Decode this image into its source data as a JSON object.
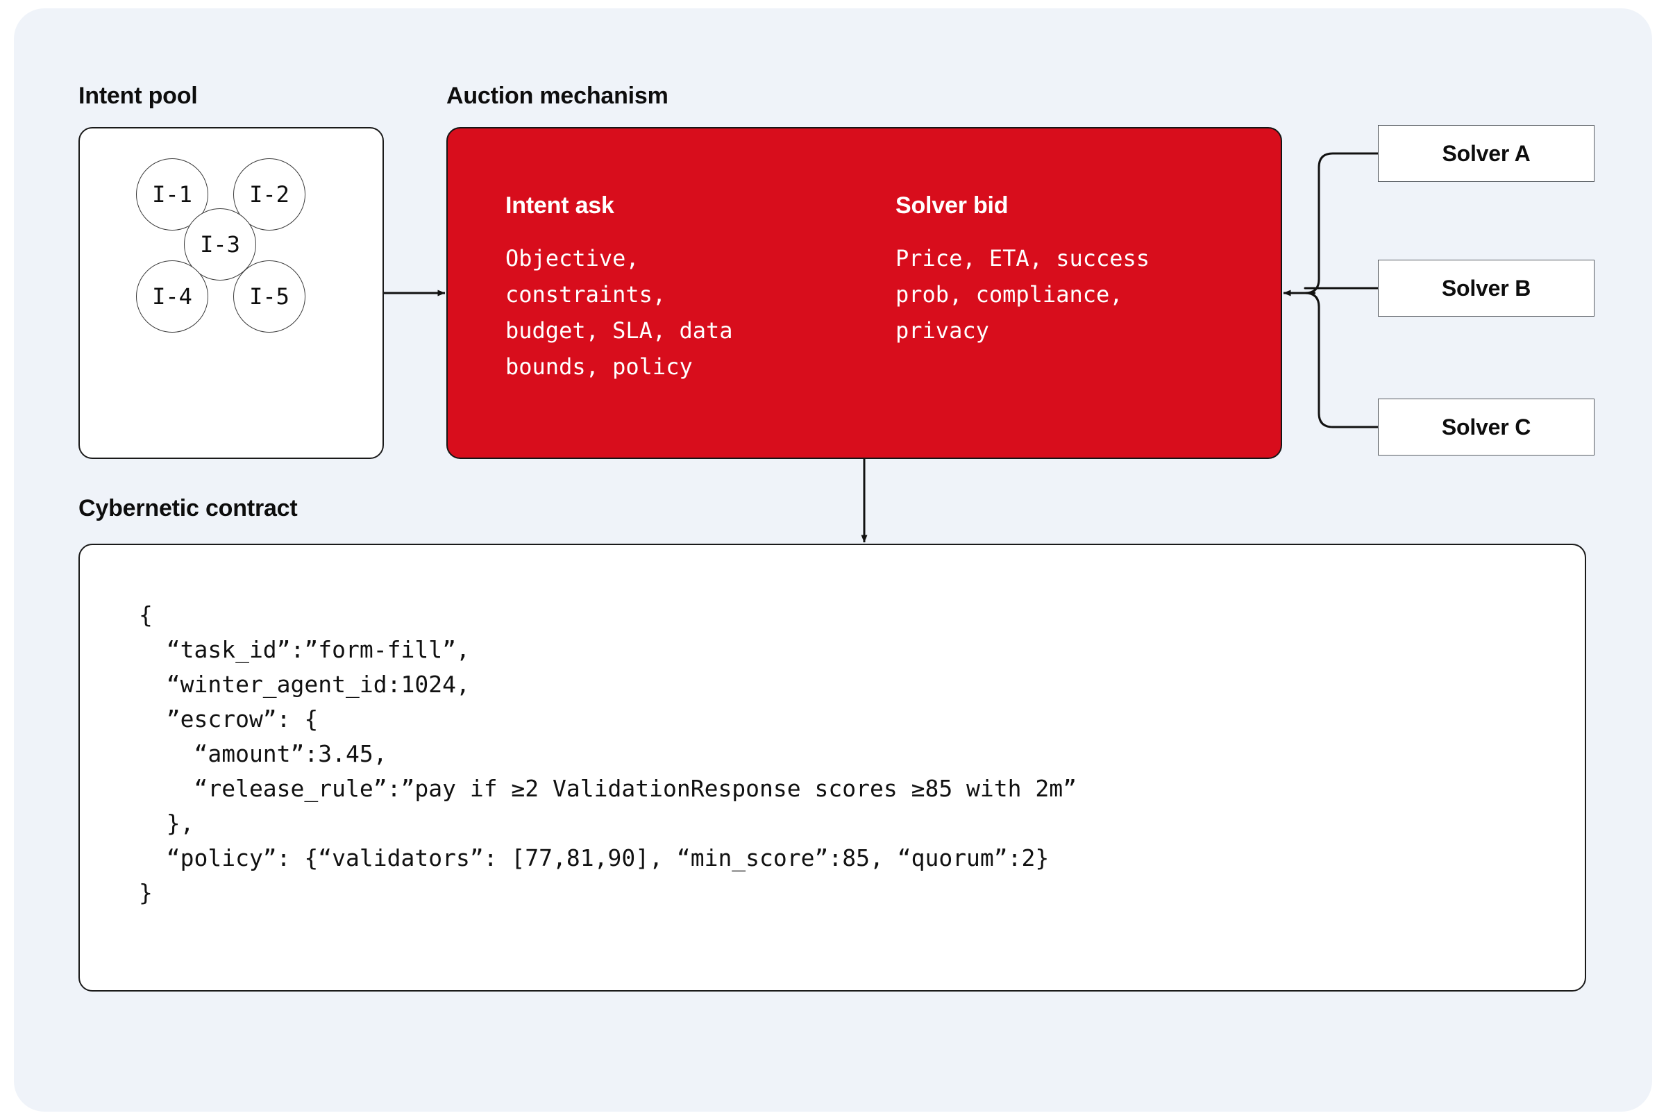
{
  "canvas": {
    "background": "#eff3f9",
    "page_background": "#ffffff"
  },
  "colors": {
    "accent_red": "#d80d1c",
    "stroke_dark": "#1a1a1a",
    "stroke_light": "#555a60",
    "text_dark": "#0d0d0d",
    "text_on_red": "#ffffff"
  },
  "sections": {
    "intent_pool": {
      "heading": "Intent pool",
      "nodes": [
        {
          "label": "I-1"
        },
        {
          "label": "I-2"
        },
        {
          "label": "I-3"
        },
        {
          "label": "I-4"
        },
        {
          "label": "I-5"
        }
      ]
    },
    "auction": {
      "heading": "Auction mechanism",
      "columns": [
        {
          "title": "Intent ask",
          "body": "Objective,\nconstraints,\nbudget, SLA, data\nbounds, policy"
        },
        {
          "title": "Solver bid",
          "body": "Price, ETA, success\nprob, compliance,\nprivacy"
        }
      ]
    },
    "solvers": [
      {
        "label": "Solver A"
      },
      {
        "label": "Solver B"
      },
      {
        "label": "Solver C"
      }
    ],
    "contract": {
      "heading": "Cybernetic contract",
      "code": "{\n  “task_id”:”form-fill”,\n  “winter_agent_id:1024,\n  ”escrow”: {\n    “amount”:3.45,\n    “release_rule”:”pay if ≥2 ValidationResponse scores ≥85 with 2m”\n  },\n  “policy”: {“validators”: [77,81,90], “min_score”:85, “quorum”:2}\n}"
    }
  }
}
